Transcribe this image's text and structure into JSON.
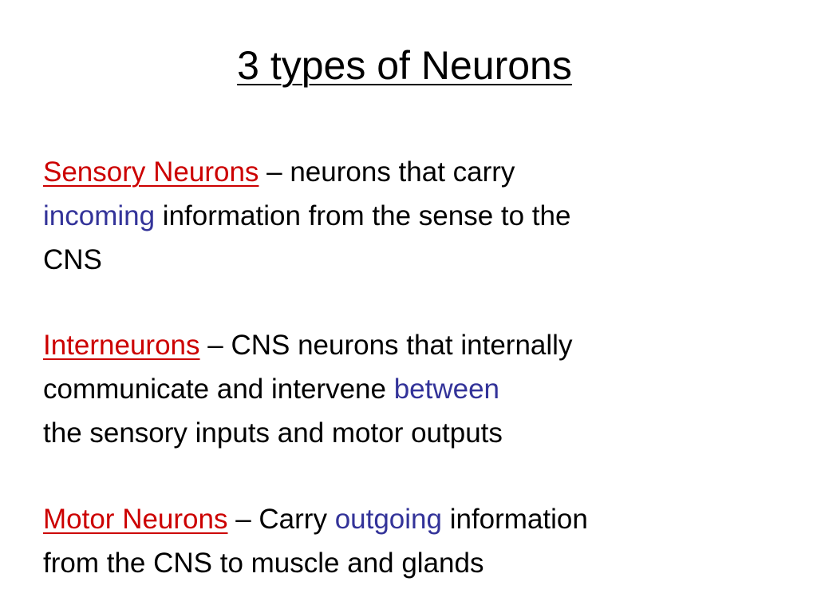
{
  "slide": {
    "title": "3 types of Neurons",
    "definitions": {
      "sensory": {
        "term": "Sensory Neurons",
        "line1_rest": " – neurons that carry",
        "line2_key": "incoming",
        "line2_rest": " information from the sense to the",
        "line3": "CNS"
      },
      "interneurons": {
        "term": "Interneurons",
        "line1_rest": " – CNS neurons that internally",
        "line2_start": "communicate and intervene ",
        "line2_key": "between",
        "line3": "the sensory inputs and motor outputs"
      },
      "motor": {
        "term": "Motor Neurons",
        "line1_mid": " – Carry ",
        "line1_key": "outgoing",
        "line1_rest": " information",
        "line2": "from the CNS to muscle and glands"
      }
    },
    "colors": {
      "term": "#cc0000",
      "keyword": "#333399",
      "text": "#000000",
      "background": "#ffffff"
    }
  }
}
